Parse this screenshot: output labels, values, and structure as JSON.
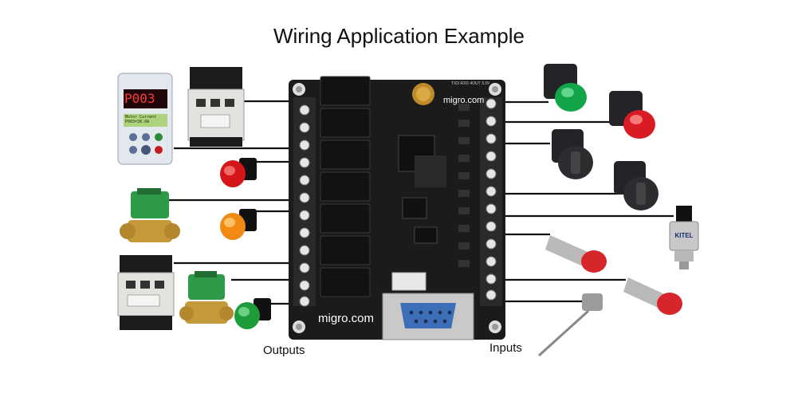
{
  "title": "Wiring Application Example",
  "labels": {
    "outputs": "Outputs",
    "inputs": "Inputs"
  },
  "watermarks": {
    "top": "migro.com",
    "bottom": "migro.com"
  },
  "devices": {
    "vfd_display": "P003",
    "vfd_lcd_line1": "Motor Current",
    "vfd_lcd_line2": "P003=38.0A",
    "pressure_sensor_brand": "KITEL",
    "board_silk": "TXD RXD 4OUT 3.3V"
  },
  "colors": {
    "board": "#1b1b1b",
    "relay": "#141414",
    "terminal": "#2a2a2a",
    "lamp_red": "#d4161b",
    "lamp_orange": "#f08a12",
    "lamp_green": "#1e9b3a",
    "button_green": "#12a54a",
    "button_red": "#d91c23",
    "valve_green": "#2f9a47",
    "brass": "#c49a3a",
    "db9_blue": "#3d6fb8"
  },
  "icons": [
    "vfd-icon",
    "contactor-icon",
    "red-pilot-lamp-icon",
    "solenoid-valve-icon",
    "orange-pilot-lamp-icon",
    "green-pilot-lamp-icon",
    "green-push-button-icon",
    "red-push-button-icon",
    "selector-switch-icon",
    "pressure-sensor-icon",
    "proximity-sensor-icon",
    "thermocouple-icon",
    "plc-board-icon"
  ]
}
